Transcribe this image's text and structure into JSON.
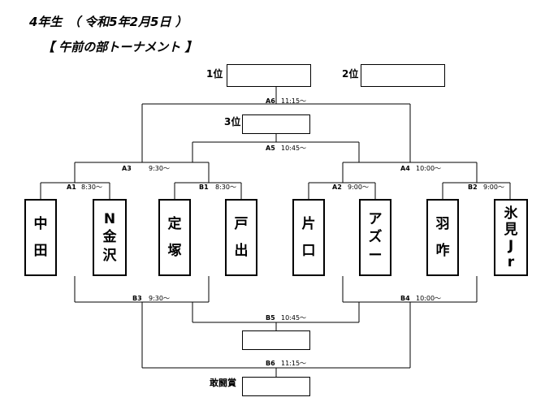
{
  "header": {
    "title": "4年生　（ 令和5年2月5日 ）",
    "subtitle": "【 午前の部トーナメント 】"
  },
  "ranks": {
    "first": "1位",
    "second": "2位",
    "third": "3位",
    "fight": "敢闘賞"
  },
  "matches": {
    "a1": {
      "code": "A1",
      "time": "8:30～"
    },
    "b1": {
      "code": "B1",
      "time": "8:30～"
    },
    "a2": {
      "code": "A2",
      "time": "9:00～"
    },
    "b2": {
      "code": "B2",
      "time": "9:00～"
    },
    "a3": {
      "code": "A3",
      "time": "9:30～"
    },
    "a4": {
      "code": "A4",
      "time": "10:00～"
    },
    "a5": {
      "code": "A5",
      "time": "10:45～"
    },
    "a6": {
      "code": "A6",
      "time": "11:15～"
    },
    "b3": {
      "code": "B3",
      "time": "9:30～"
    },
    "b4": {
      "code": "B4",
      "time": "10:00～"
    },
    "b5": {
      "code": "B5",
      "time": "10:45～"
    },
    "b6": {
      "code": "B6",
      "time": "11:15～"
    }
  },
  "teams": [
    {
      "chars": [
        "中",
        "田"
      ]
    },
    {
      "chars": [
        "N",
        "金",
        "沢"
      ]
    },
    {
      "chars": [
        "定",
        "塚"
      ]
    },
    {
      "chars": [
        "戸",
        "出"
      ]
    },
    {
      "chars": [
        "片",
        "口"
      ]
    },
    {
      "chars": [
        "ア",
        "ズ",
        "ー"
      ]
    },
    {
      "chars": [
        "羽",
        "咋"
      ]
    },
    {
      "chars": [
        "氷",
        "見",
        "J",
        "r"
      ]
    }
  ]
}
